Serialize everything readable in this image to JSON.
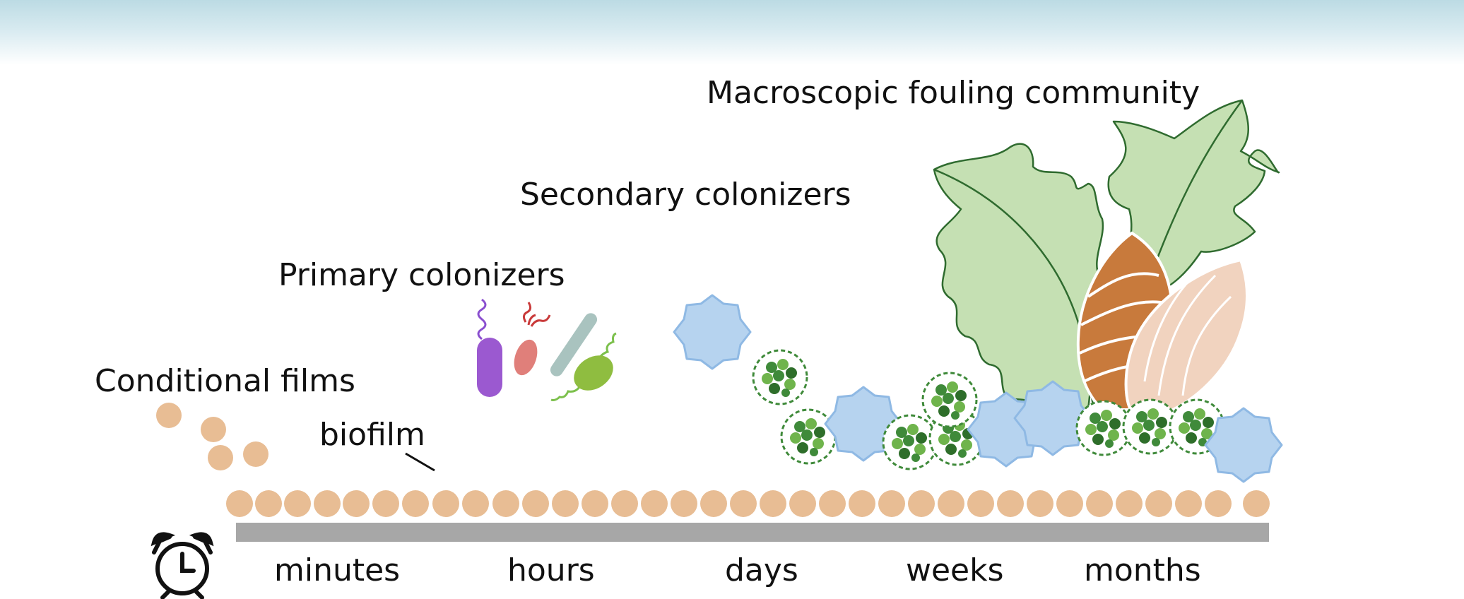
{
  "stages": {
    "conditional_films": "Conditional films",
    "biofilm": "biofilm",
    "primary_colonizers": "Primary colonizers",
    "secondary_colonizers": "Secondary colonizers",
    "macroscopic_community": "Macroscopic fouling community"
  },
  "timeline": {
    "icon": "alarm-clock-icon",
    "labels": [
      "minutes",
      "hours",
      "days",
      "weeks",
      "months"
    ]
  },
  "colors": {
    "particle": "#e8bd94",
    "substrate": "#a7a7a7",
    "alga_green": "#c5e0b3",
    "alga_outline": "#2f6b2f",
    "diatom_blue": "#b6d3ef",
    "diatom_outline": "#8fb9e4",
    "cluster_green": "#3f8a3a",
    "barnacle_orange": "#c87a3c",
    "barnacle_peach": "#f1d3bf"
  }
}
